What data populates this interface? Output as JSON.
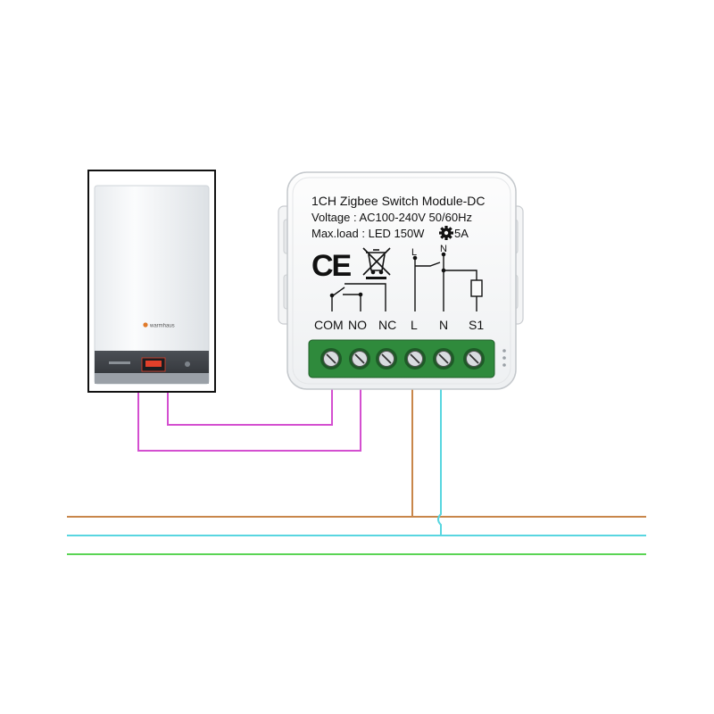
{
  "module": {
    "title": "1CH Zigbee Switch Module-DC",
    "voltage": "Voltage : AC100-240V 50/60Hz",
    "max_load_prefix": "Max.load : LED 150W",
    "max_load_suffix": "5A",
    "ce_mark": "CE",
    "terminal_labels": {
      "com": "COM",
      "no": "NO",
      "nc": "NC",
      "l": "L",
      "n": "N",
      "s1": "S1"
    },
    "schematic_labels": {
      "l": "L",
      "n": "N"
    }
  },
  "boiler": {
    "brand": "warmhaus"
  },
  "colors": {
    "live": "#c8864a",
    "neutral": "#58d6e0",
    "earth": "#5ad454",
    "signal": "#d44fd0",
    "terminal_green": "#2f8a3c",
    "display_red": "#e0402a"
  },
  "icons": {
    "gear": "gear-icon",
    "weee": "crossed-bin-icon",
    "power": "power-icon"
  }
}
